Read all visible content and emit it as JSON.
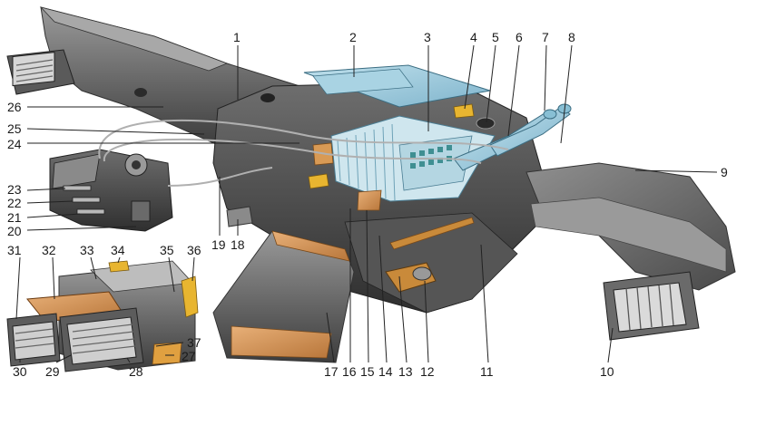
{
  "callouts": [
    "1",
    "2",
    "3",
    "4",
    "5",
    "6",
    "7",
    "8",
    "9",
    "10",
    "11",
    "12",
    "13",
    "14",
    "15",
    "16",
    "17",
    "18",
    "19",
    "20",
    "21",
    "22",
    "23",
    "24",
    "25",
    "26",
    "27",
    "28",
    "29",
    "30",
    "31",
    "32",
    "33",
    "34",
    "35",
    "36",
    "37"
  ],
  "colors": {
    "duct_dark": "#4a4a4a",
    "duct_mid": "#7a7a7a",
    "duct_light": "#b4b4b4",
    "radiator_blue": "#9cc9dc",
    "radiator_fin": "#c9e1ea",
    "foam_orange": "#d89a55",
    "gasket_yellow": "#e8b530",
    "leader_line": "#222222"
  }
}
